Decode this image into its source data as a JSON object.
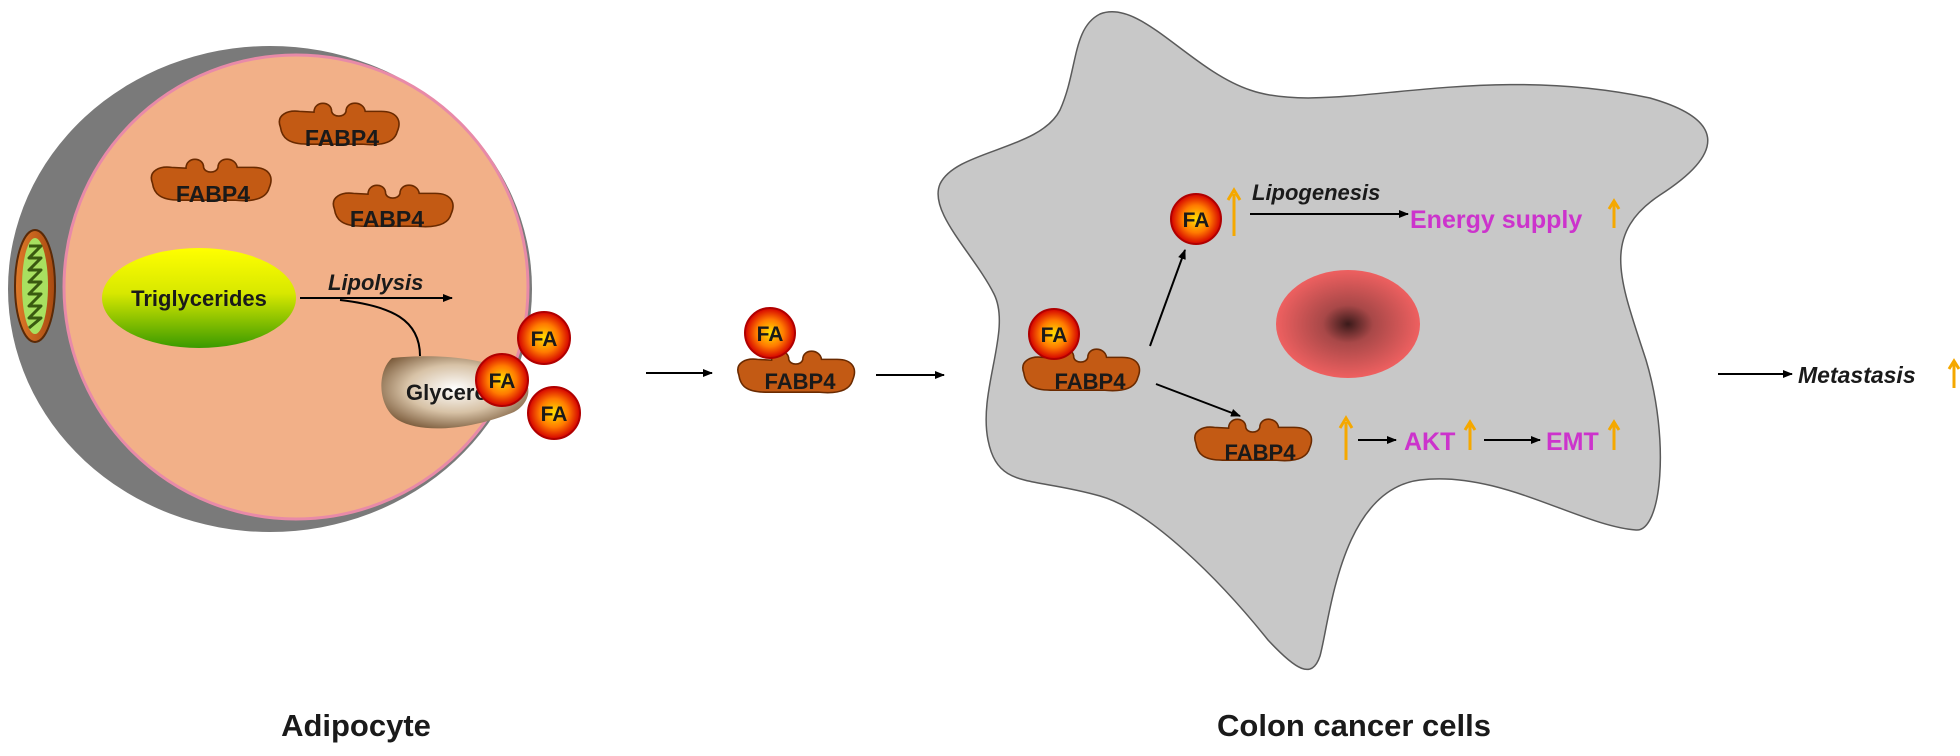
{
  "adipocyte": {
    "caption": "Adipocyte",
    "fabp4_labels": [
      "FABP4",
      "FABP4",
      "FABP4"
    ],
    "triglycerides": "Triglycerides",
    "lipolysis": "Lipolysis",
    "glycerol": "Glycerol",
    "fa_labels": [
      "FA",
      "FA",
      "FA"
    ]
  },
  "transport": {
    "fa": "FA",
    "fabp4": "FABP4"
  },
  "cancer_cell": {
    "caption": "Colon cancer cells",
    "complex_fa": "FA",
    "complex_fabp4": "FABP4",
    "fa_upper": "FA",
    "lipogenesis": "Lipogenesis",
    "energy_supply": "Energy supply",
    "fabp4_lower": "FABP4",
    "akt": "AKT",
    "emt": "EMT"
  },
  "outcome": {
    "metastasis": "Metastasis"
  },
  "colors": {
    "protein": "#c35a14",
    "cytoplasm": "#f2b088",
    "cell_membrane": "#7a7a7a",
    "cancer_cell": "#c8c8c8",
    "magenta_text": "#cc33cc",
    "up_arrow": "#f5a800",
    "fa_core": "#ff6a00",
    "fa_rim": "#cc0000"
  },
  "icons": {
    "increase": "up-arrow-icon",
    "mitochondrion": "mitochondrion-icon",
    "nucleus": "nucleus-icon"
  }
}
